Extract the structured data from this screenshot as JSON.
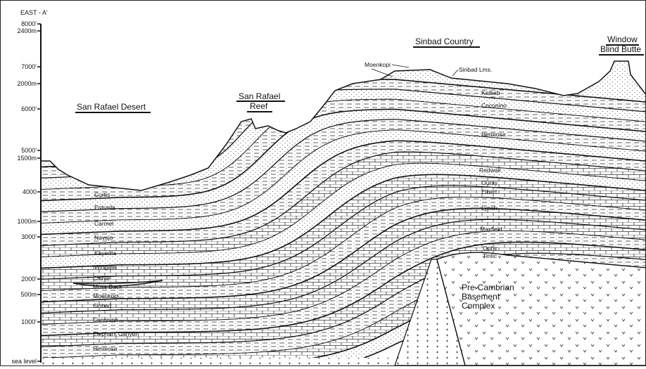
{
  "axis": {
    "header": "EAST - A'",
    "ticks": [
      {
        "label": "8000'",
        "unit": "ft",
        "value": 8000
      },
      {
        "label": "2400m",
        "unit": "m",
        "value": 2400
      },
      {
        "label": "7000'",
        "unit": "ft",
        "value": 7000
      },
      {
        "label": "2000m",
        "unit": "m",
        "value": 2000
      },
      {
        "label": "6000'",
        "unit": "ft",
        "value": 6000
      },
      {
        "label": "5000'",
        "unit": "ft",
        "value": 5000
      },
      {
        "label": "1500m",
        "unit": "m",
        "value": 1500
      },
      {
        "label": "4000",
        "unit": "ft",
        "value": 4000
      },
      {
        "label": "1000m",
        "unit": "m",
        "value": 1000
      },
      {
        "label": "3000'",
        "unit": "ft",
        "value": 3000
      },
      {
        "label": "2000'",
        "unit": "ft",
        "value": 2000
      },
      {
        "label": "500m",
        "unit": "m",
        "value": 500
      },
      {
        "label": "1000'",
        "unit": "ft",
        "value": 1000
      },
      {
        "label": "sea level",
        "unit": "ft",
        "value": 0
      }
    ]
  },
  "regions": {
    "san_rafael_desert": "San Rafael Desert",
    "san_rafael_reef_1": "San Rafael",
    "san_rafael_reef_2": "Reef",
    "sinbad_country": "Sinbad Country",
    "window_blind_1": "Window",
    "window_blind_2": "Blind Butte"
  },
  "left_formations": [
    "Curtis",
    "Entrada",
    "Carmel",
    "Navajo",
    "Kayenta",
    "Wingate",
    "Chinle",
    "Moss Back",
    "Moenkopi",
    "Sinbad",
    "Coconino",
    "Elephant Canyon",
    "Hermosa"
  ],
  "right_formations": {
    "moenkopi": "Moenkopi",
    "sinbad_lms": "Sinbad Lms.",
    "kaibab": "Kaibab",
    "coconino": "Coconino",
    "hermosa": "Hermosa",
    "redwall": "Redwall",
    "ouray": "Ouray",
    "elbert": "Elbert",
    "lynch": "Lynch",
    "maxfield": "Maxfield",
    "ophir": "Ophir",
    "tintic": "Tintic",
    "basement_1": "Pre-Cambrian",
    "basement_2": "Basement",
    "basement_3": "Complex"
  }
}
